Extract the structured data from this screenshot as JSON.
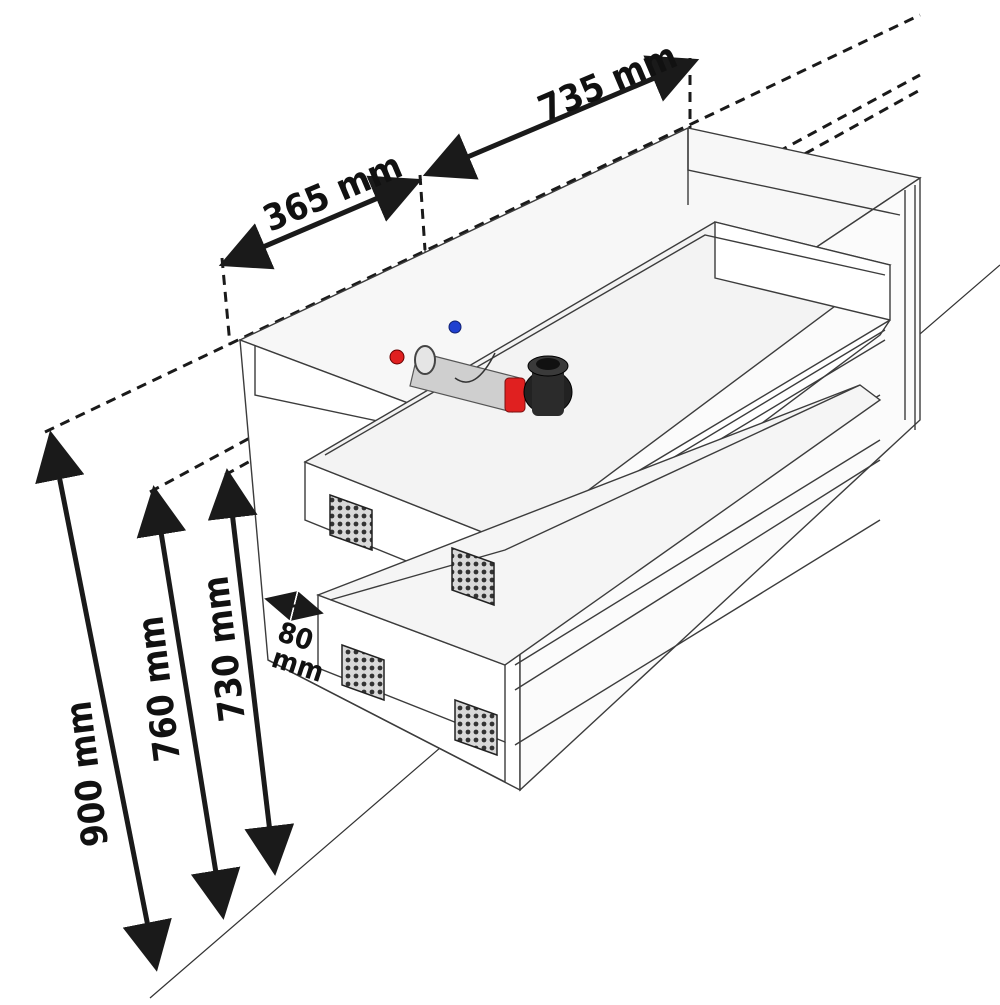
{
  "dimensions": {
    "d365": "365 mm",
    "d735": "735 mm",
    "d900": "900 mm",
    "d760": "760 mm",
    "d730": "730 mm",
    "d80_value": "80",
    "d80_unit": "mm"
  },
  "colors": {
    "line": "#1a1a1a",
    "cabinet_line": "#3c3c3c",
    "red_fitting": "#e02020",
    "blue_fitting": "#2040d0",
    "pipe": "#c9c9c9",
    "siphon": "#222222"
  }
}
